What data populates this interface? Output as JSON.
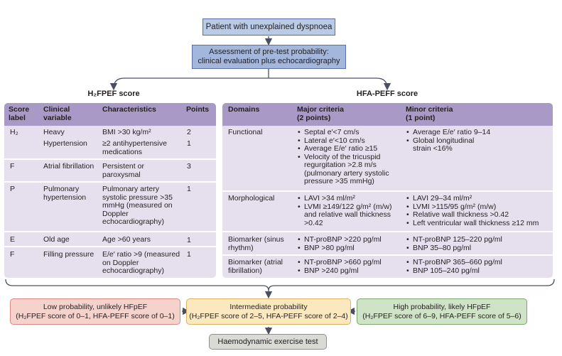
{
  "top": {
    "patient_box": "Patient with unexplained dyspnoea",
    "assessment_line1": "Assessment of pre-test probability:",
    "assessment_line2": "clinical evaluation plus echocardiography"
  },
  "h2fpef": {
    "title": "H₂FPEF score",
    "headers": {
      "label_line1": "Score",
      "label_line2": "label",
      "variable_line1": "Clinical",
      "variable_line2": "variable",
      "characteristics": "Characteristics",
      "points": "Points"
    },
    "rows": [
      {
        "label": "H₂",
        "variable": "Heavy",
        "characteristics": "BMI >30 kg/m²",
        "points": "2"
      },
      {
        "label": "",
        "variable": "Hypertension",
        "characteristics": "≥2 antihypertensive medications",
        "points": "1"
      },
      {
        "label": "F",
        "variable": "Atrial fibrillation",
        "characteristics": "Persistent or paroxysmal",
        "points": "3"
      },
      {
        "label": "P",
        "variable": "Pulmonary hypertension",
        "characteristics": "Pulmonary artery systolic pressure >35 mmHg (measured on Doppler echocardiography)",
        "points": "1"
      },
      {
        "label": "E",
        "variable": "Old age",
        "characteristics": "Age >60 years",
        "points": "1"
      },
      {
        "label": "F",
        "variable": "Filling pressure",
        "characteristics": "E/e′ ratio >9 (measured on Doppler echocardiography)",
        "points": "1"
      }
    ]
  },
  "hfapeff": {
    "title": "HFA-PEFF score",
    "headers": {
      "domains": "Domains",
      "major_line1": "Major criteria",
      "major_line2": "(2 points)",
      "minor_line1": "Minor criteria",
      "minor_line2": "(1 point)"
    },
    "rows": [
      {
        "domain": "Functional",
        "major": [
          "Septal e′<7 cm/s",
          "Lateral e′<10 cm/s",
          "Average E/e′ ratio ≥15",
          "Velocity of the tricuspid regurgitation >2.8 m/s (pulmonary artery systolic pressure >35 mmHg)"
        ],
        "minor": [
          "Average E/e′ ratio 9–14",
          "Global longitudinal strain <16%"
        ]
      },
      {
        "domain": "Morphological",
        "major": [
          "LAVI >34 ml/m²",
          "LVMI ≥149/122 g/m² (m/w) and relative wall thickness >0.42"
        ],
        "minor": [
          "LAVI 29–34 ml/m²",
          "LVMI >115/95 g/m² (m/w)",
          "Relative wall thickness >0.42",
          "Left ventricular wall thickness ≥12 mm"
        ]
      },
      {
        "domain": "Biomarker (sinus rhythm)",
        "major": [
          "NT-proBNP >220 pg/ml",
          "BNP >80 pg/ml"
        ],
        "minor": [
          "NT-proBNP 125–220 pg/ml",
          "BNP 35–80 pg/ml"
        ]
      },
      {
        "domain": "Biomarker (atrial fibrillation)",
        "major": [
          "NT-proBNP >660 pg/ml",
          "BNP >240 pg/ml"
        ],
        "minor": [
          "NT-proBNP 365–660 pg/ml",
          "BNP 105–240 pg/ml"
        ]
      }
    ]
  },
  "outcomes": {
    "low": {
      "line1": "Low probability, unlikely HFpEF",
      "line2": "(H₂FPEF score of 0–1, HFA-PEFF score of 0–1)"
    },
    "intermediate": {
      "line1": "Intermediate probability",
      "line2": "(H₂FPEF score of 2–5, HFA-PEFF score of 2–4)"
    },
    "high": {
      "line1": "High probability, likely HFpEF",
      "line2": "(H₂FPEF score of 6–9, HFA-PEFF score of 5–6)"
    },
    "exercise_test": "Haemodynamic exercise test"
  },
  "colors": {
    "blue_box": "#b9cbe7",
    "panel_bg": "#e6e0ee",
    "header_bg": "#a899c6",
    "low_bg": "#f6d2cd",
    "intermediate_bg": "#fbe8bf",
    "high_bg": "#cfe3c6",
    "test_bg": "#d9d9d6",
    "line": "#5b6470"
  }
}
